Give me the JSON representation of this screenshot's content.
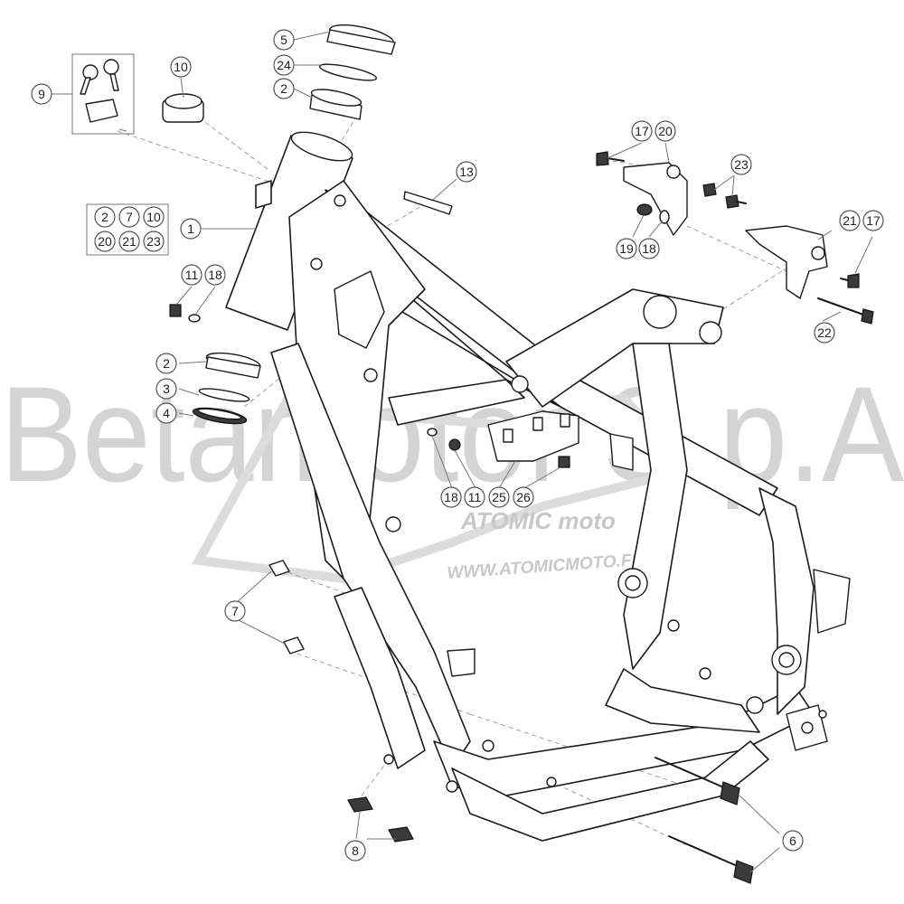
{
  "watermark": {
    "brand": "Betamotor S.p.A",
    "logo": "ATOMIC moto",
    "url": "WWW.ATOMICMOTO.FR"
  },
  "callouts": {
    "c1": "1",
    "c2a": "2",
    "c2b": "2",
    "c3": "3",
    "c4": "4",
    "c5": "5",
    "c6": "6",
    "c7": "7",
    "c8": "8",
    "c9": "9",
    "c10": "10",
    "c11a": "11",
    "c11b": "11",
    "c13": "13",
    "c17a": "17",
    "c17b": "17",
    "c18a": "18",
    "c18b": "18",
    "c18c": "18",
    "c19": "19",
    "c20": "20",
    "c21": "21",
    "c22": "22",
    "c23": "23",
    "c24": "24",
    "c25": "25",
    "c26": "26"
  },
  "kit_box": {
    "row1": [
      "2",
      "7",
      "10"
    ],
    "row2": [
      "20",
      "21",
      "23"
    ]
  },
  "colors": {
    "line": "#1a1a1a",
    "watermark": "#d4d4d4",
    "callout_stroke": "#555555"
  }
}
